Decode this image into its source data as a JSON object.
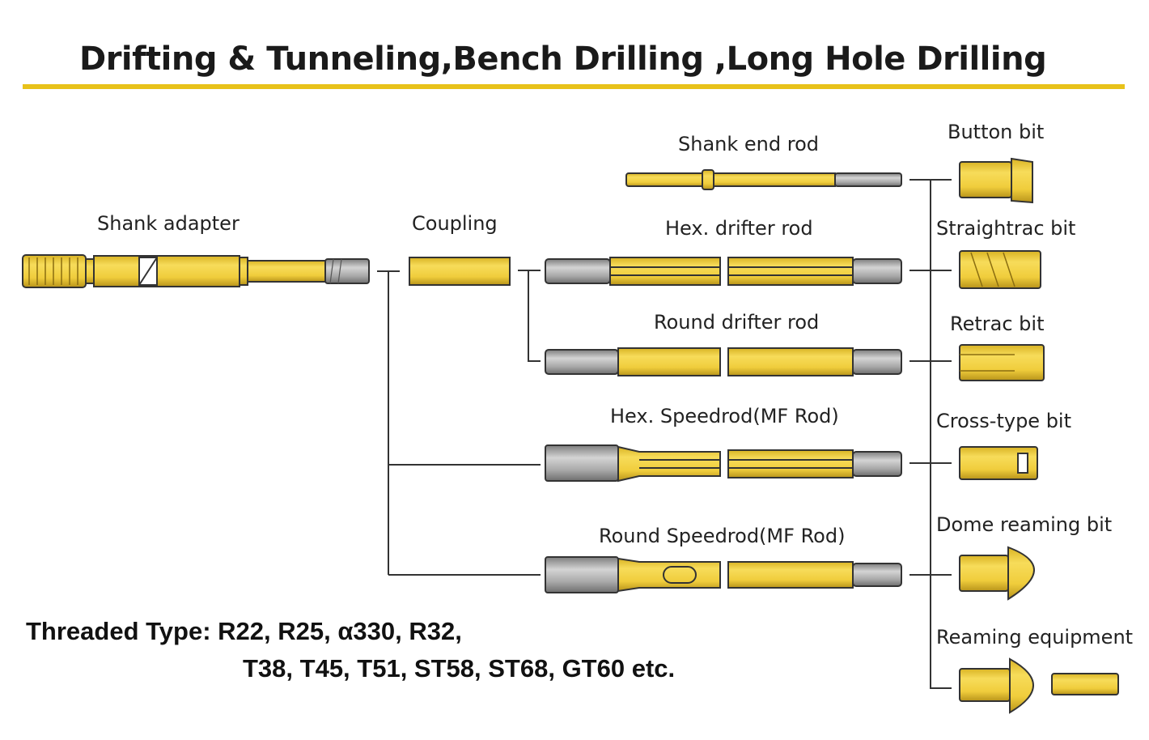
{
  "title": "Drifting & Tunneling,Bench Drilling ,Long Hole Drilling",
  "colors": {
    "accent_rule": "#e8c21a",
    "steel_yellow": "#f0cd3c",
    "steel_shadow": "#b8941a",
    "thread_grey": "#9a9a9a",
    "line": "#333333"
  },
  "labels": {
    "shank_adapter": "Shank adapter",
    "coupling": "Coupling",
    "shank_end_rod": "Shank end rod",
    "hex_drifter_rod": "Hex. drifter rod",
    "round_drifter_rod": "Round drifter rod",
    "hex_speedrod": "Hex. Speedrod(MF Rod)",
    "round_speedrod": "Round Speedrod(MF Rod)",
    "button_bit": "Button bit",
    "straightrac_bit": "Straightrac bit",
    "retrac_bit": "Retrac bit",
    "cross_type_bit": "Cross-type bit",
    "dome_reaming_bit": "Dome reaming bit",
    "reaming_equipment": "Reaming equipment"
  },
  "threaded_type": {
    "line1": "Threaded Type: R22, R25, α330, R32,",
    "line2": "T38, T45, T51, ST58, ST68, GT60 etc."
  }
}
